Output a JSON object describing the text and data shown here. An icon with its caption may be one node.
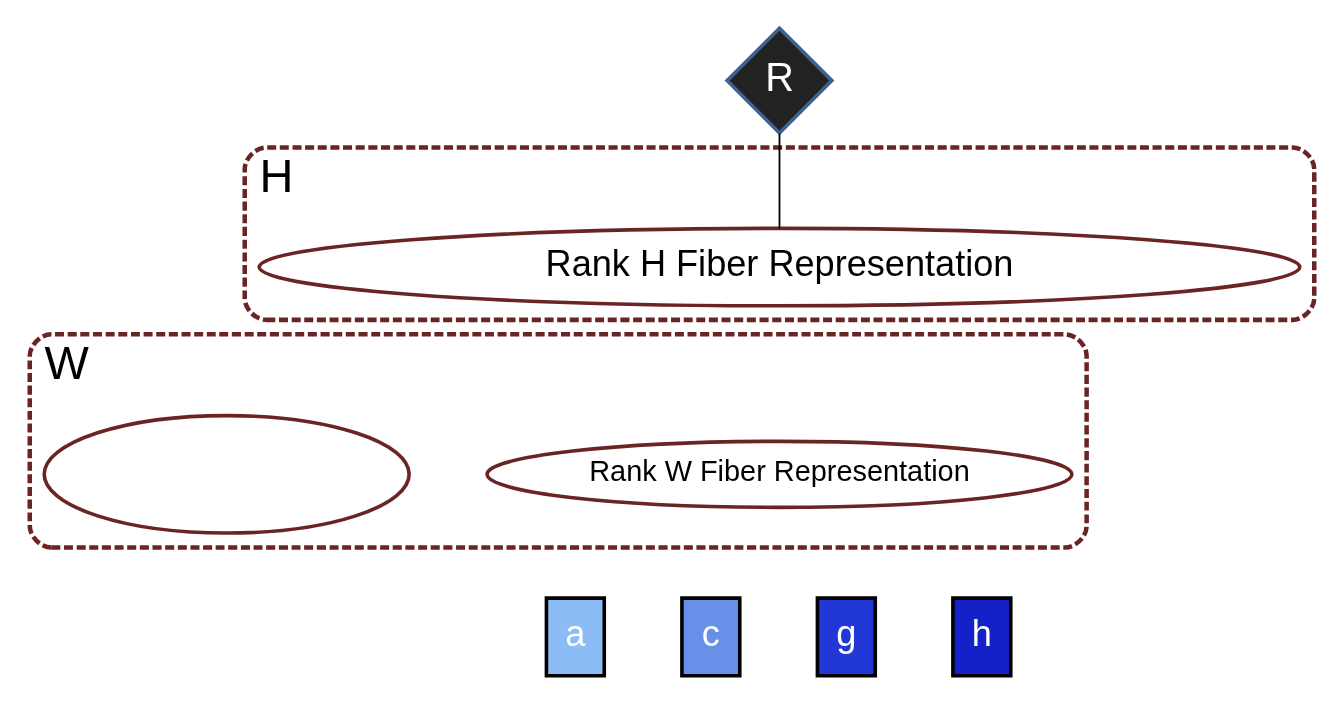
{
  "diagram": {
    "nodes": [
      {
        "text": [
          "R"
        ]
      },
      {
        "text": [
          "H"
        ]
      },
      {
        "text": [
          "Rank H Fiber Representation"
        ],
        "in": 1
      },
      {
        "text": [
          "W"
        ]
      },
      {
        "text": [
          "Rank W Fiber Representation"
        ],
        "in": 3
      },
      {
        "text": [],
        "shape": "ellipse",
        "in": 3
      },
      {
        "text": [
          "a"
        ]
      },
      {
        "text": [
          "c"
        ]
      },
      {
        "text": [
          "g"
        ]
      },
      {
        "text": [
          "h"
        ]
      }
    ],
    "edges": [
      {
        "from": 0,
        "to": 2,
        "arrow": "none"
      }
    ]
  }
}
